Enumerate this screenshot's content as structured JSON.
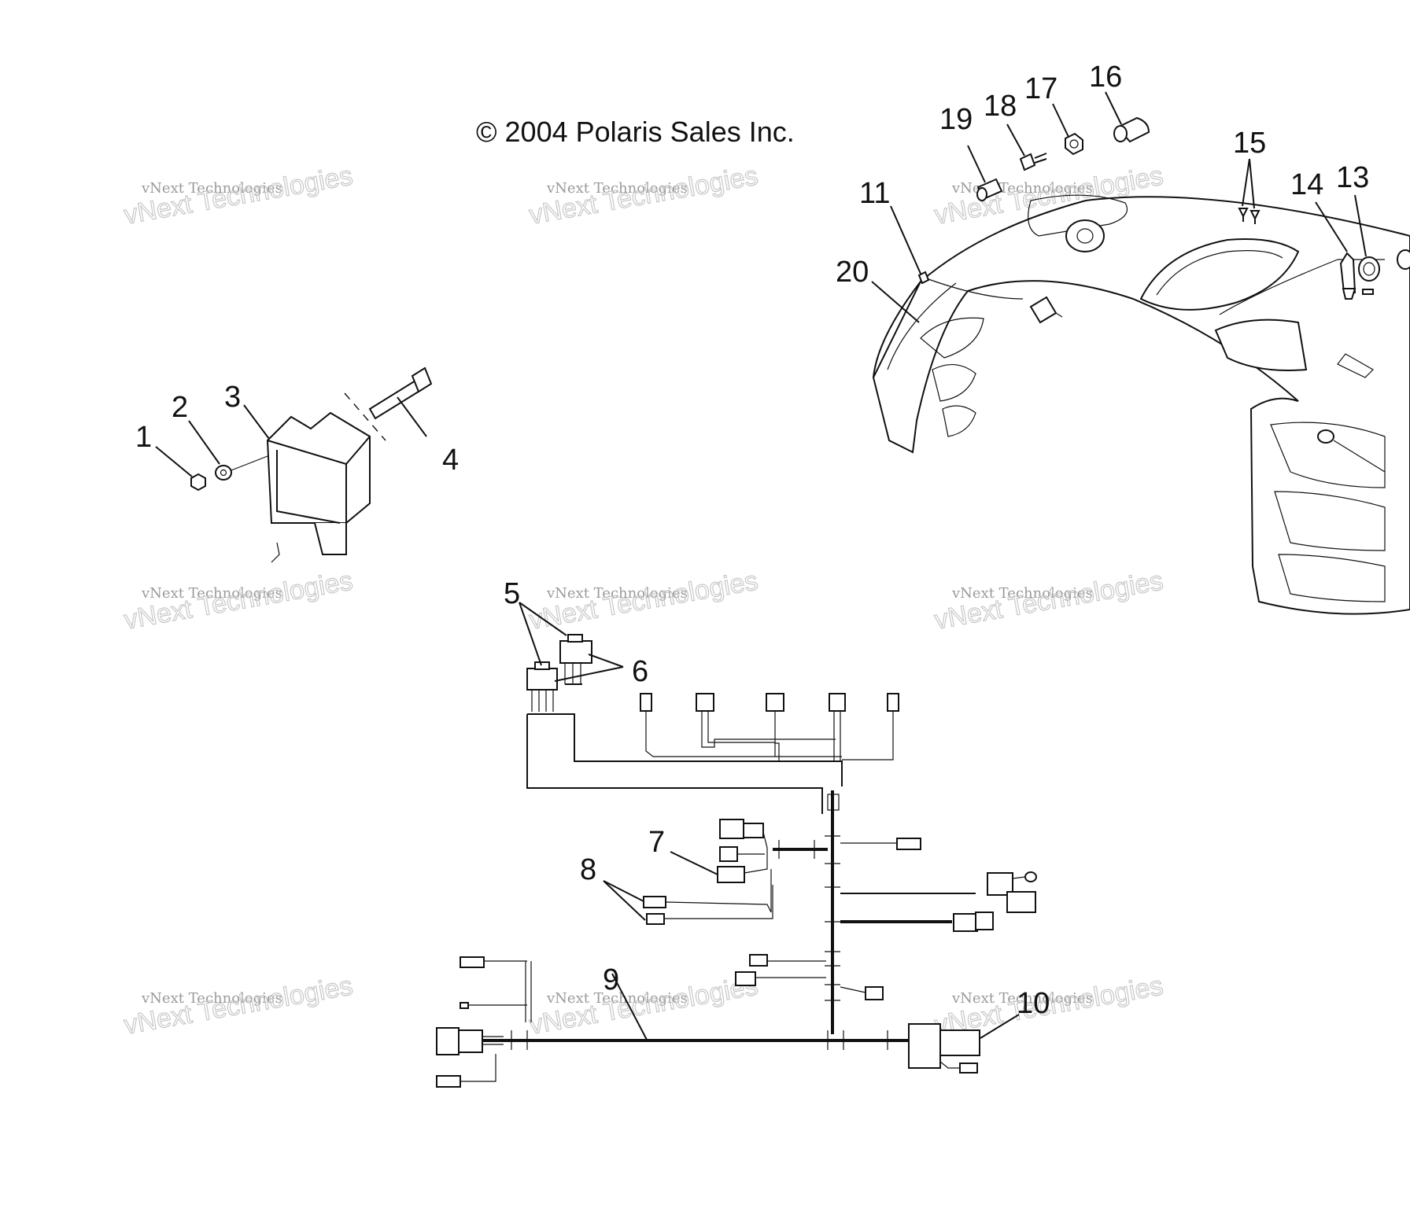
{
  "copyright": "© 2004 Polaris Sales Inc.",
  "watermark": {
    "line1": "vNext Technologies",
    "line2": "vNext Technologies"
  },
  "callouts": [
    "1",
    "2",
    "3",
    "4",
    "5",
    "6",
    "7",
    "8",
    "9",
    "10",
    "11",
    "13",
    "14",
    "15",
    "16",
    "17",
    "18",
    "19",
    "20"
  ]
}
